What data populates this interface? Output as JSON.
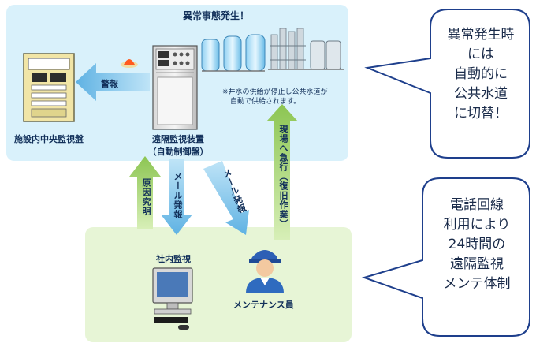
{
  "alert_title": "異常事態発生！",
  "note": [
    "※井水の供給が停止し公共水道が",
    "自動で供給されます。"
  ],
  "arrows": {
    "alarm": "警報",
    "cause": "原因究明",
    "mail1": "メール発報",
    "mail2": "メール発報",
    "onsite": "現場へ急行（復旧作業）"
  },
  "nodes": {
    "central_panel": "施設内中央監視盤",
    "remote_device": [
      "遠隔監視装置",
      "（自動制御盤）"
    ],
    "office_monitor": "社内監視",
    "maintenance_staff": "メンテナンス員"
  },
  "bubbles": {
    "top": [
      "異常発生時",
      "には",
      "自動的に",
      "公共水道",
      "に切替！"
    ],
    "bottom": [
      "電話回線",
      "利用により",
      "24時間の",
      "遠隔監視",
      "メンテ体制"
    ]
  },
  "colors": {
    "top_panel": "#d9f1fb",
    "bottom_panel": "#e7f5d6",
    "bubble_border": "#1e3f8c",
    "arrow_blue": "#7cc3ea",
    "arrow_green": "#a5d36a"
  }
}
